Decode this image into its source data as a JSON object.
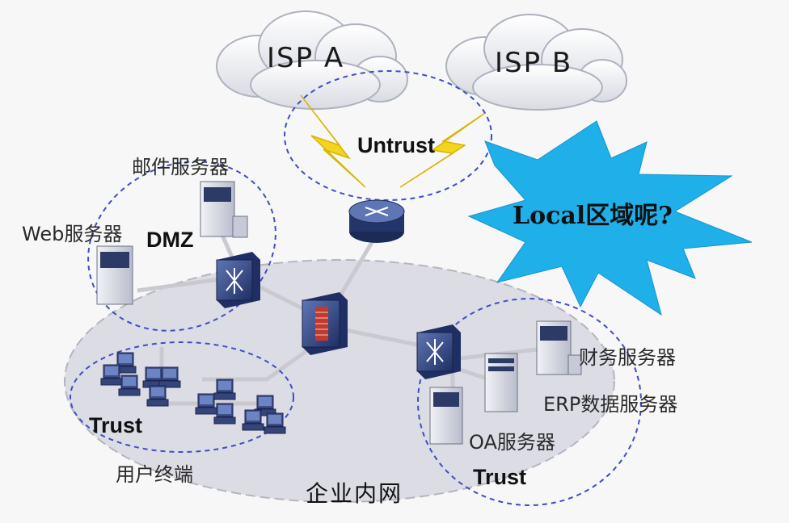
{
  "clouds": {
    "isp_a": "ISP A",
    "isp_b": "ISP B"
  },
  "zones": {
    "untrust": "Untrust",
    "dmz": "DMZ",
    "trust_left": "Trust",
    "trust_right": "Trust",
    "local_question": "Local区域呢?"
  },
  "servers": {
    "mail": "邮件服务器",
    "web": "Web服务器",
    "finance": "财务服务器",
    "erp": "ERP数据服务器",
    "oa": "OA服务器"
  },
  "terminals": {
    "user": "用户终端"
  },
  "network": {
    "intranet": "企业内网"
  },
  "colors": {
    "zone_outline": "#3d4fc4",
    "lan_ellipse": "#dcdce4",
    "burst": "#1fb0ea",
    "lightning": "#f2d51e",
    "device": "#2b3f7a"
  }
}
